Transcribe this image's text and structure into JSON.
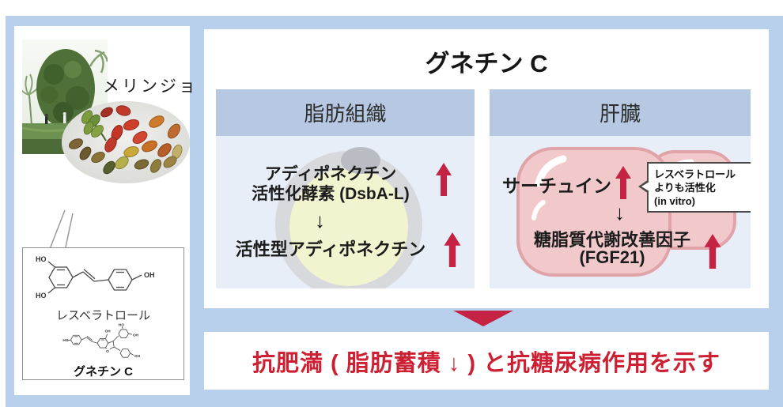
{
  "colors": {
    "background_blue": "#b9d0ec",
    "panel_header_blue": "#b6c8e2",
    "panel_body_blue": "#e7eef8",
    "accent_red": "#c52343",
    "conclusion_red": "#cd2133",
    "liver_pink": "#f2c9cb",
    "adipocyte_yellow": "#f2f3cf"
  },
  "left_card": {
    "photo_label": "メリンジョ",
    "resveratrol": {
      "label": "レスベラトロール",
      "atoms": [
        "HO",
        "HO",
        "OH"
      ]
    },
    "gnetin_c": {
      "label": "グネチン C",
      "atoms": [
        "HO",
        "OH",
        "HO",
        "OH",
        "O",
        "OH"
      ]
    }
  },
  "diagram": {
    "title": "グネチン C",
    "adipose": {
      "header": "脂肪組織",
      "factor_line1": "アディポネクチン",
      "factor_line2": "活性化酵素 (DsbA-L)",
      "down_arrow": "↓",
      "result": "活性型アディポネクチン"
    },
    "liver": {
      "header": "肝臓",
      "factor": "サーチュイン",
      "callout_line1": "レスベラトロール",
      "callout_line2": "よりも活性化",
      "callout_line3": "(in vitro)",
      "down_arrow": "↓",
      "result_line1": "糖脂質代謝改善因子",
      "result_line2": "(FGF21)"
    }
  },
  "conclusion": "抗肥満 ( 脂肪蓄積 ↓ ) と抗糖尿病作用を示す"
}
